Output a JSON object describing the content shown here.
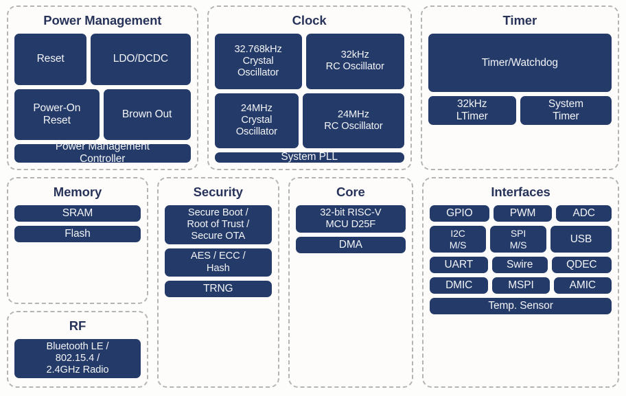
{
  "diagram": {
    "colors": {
      "block_fill": "#243a68",
      "block_text": "#f2f4f8",
      "panel_border": "#b4b4b4",
      "panel_fill": "#fdfcfa",
      "title_text": "#28335a",
      "background": "#ffffff"
    },
    "panels": {
      "power_management": {
        "title": "Power Management",
        "blocks": {
          "reset": "Reset",
          "ldo_dcdc": "LDO/DCDC",
          "power_on_reset": "Power-On\nReset",
          "brown_out": "Brown Out",
          "pm_controller": "Power Management\nController"
        }
      },
      "clock": {
        "title": "Clock",
        "blocks": {
          "xtal_32768": "32.768kHz\nCrystal\nOscillator",
          "rc_32k": "32kHz\nRC Oscillator",
          "xtal_24m": "24MHz\nCrystal\nOscillator",
          "rc_24m": "24MHz\nRC Oscillator",
          "system_pll": "System PLL"
        }
      },
      "timer": {
        "title": "Timer",
        "blocks": {
          "timer_watchdog": "Timer/Watchdog",
          "ltimer_32k": "32kHz\nLTimer",
          "system_timer": "System\nTimer"
        }
      },
      "memory": {
        "title": "Memory",
        "blocks": {
          "sram": "SRAM",
          "flash": "Flash"
        }
      },
      "rf": {
        "title": "RF",
        "blocks": {
          "radio": "Bluetooth LE /\n802.15.4 /\n2.4GHz Radio"
        }
      },
      "security": {
        "title": "Security",
        "blocks": {
          "secure_boot": "Secure Boot /\nRoot of Trust /\nSecure OTA",
          "crypto": "AES / ECC /\nHash",
          "trng": "TRNG"
        }
      },
      "core": {
        "title": "Core",
        "blocks": {
          "cpu": "32-bit RISC-V\nMCU D25F",
          "dma": "DMA"
        }
      },
      "interfaces": {
        "title": "Interfaces",
        "blocks": {
          "gpio": "GPIO",
          "pwm": "PWM",
          "adc": "ADC",
          "i2c": "I2C\nM/S",
          "spi": "SPI\nM/S",
          "usb": "USB",
          "uart": "UART",
          "swire": "Swire",
          "qdec": "QDEC",
          "dmic": "DMIC",
          "mspi": "MSPI",
          "amic": "AMIC",
          "temp_sensor": "Temp. Sensor"
        }
      }
    }
  }
}
